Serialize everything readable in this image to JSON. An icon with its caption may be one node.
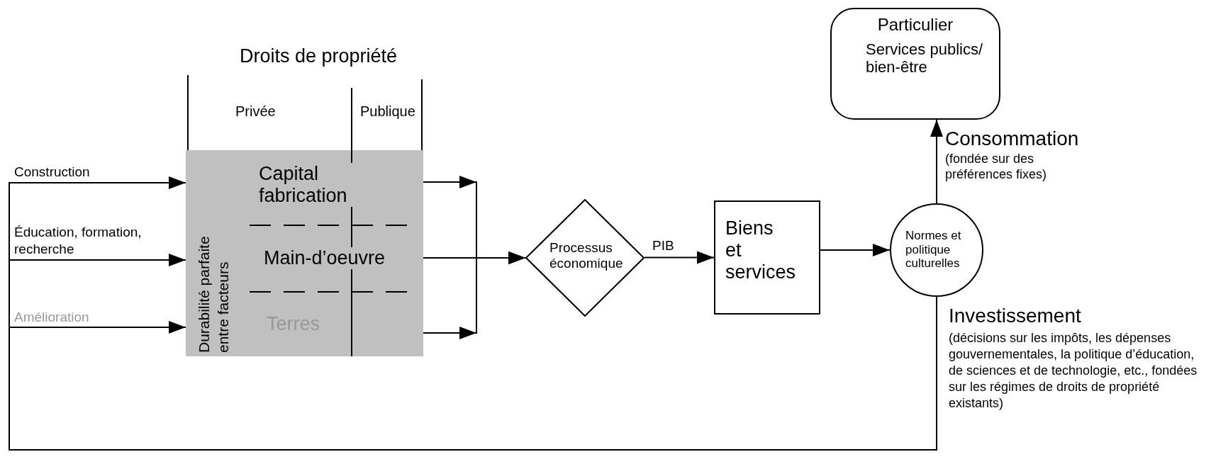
{
  "diagram": {
    "nodes": [
      {
        "text": [],
        "shape": "box"
      },
      {
        "text": [
          "Capital fabrication"
        ],
        "in": 0
      },
      {
        "text": [
          "Main-d’oeuvre"
        ],
        "in": 0
      },
      {
        "text": [
          "Terres"
        ],
        "in": 0
      },
      {
        "text": [
          "Processus économique"
        ]
      },
      {
        "text": [
          "Biens et services"
        ]
      },
      {
        "text": [
          "Normes et politique culturelles"
        ]
      },
      {
        "text": [
          "Particulier",
          "Services publics/ bien-être"
        ]
      }
    ],
    "edges": [
      {
        "from": 1,
        "to": 4,
        "arrow": "to"
      },
      {
        "from": 2,
        "to": 4,
        "arrow": "to"
      },
      {
        "from": 3,
        "to": 4,
        "arrow": "to"
      },
      {
        "from": 4,
        "to": 5,
        "arrow": "to",
        "label": "PIB"
      },
      {
        "from": 5,
        "to": 6,
        "arrow": "to"
      },
      {
        "from": 6,
        "to": 7,
        "arrow": "to",
        "label": "Consommation"
      },
      {
        "from": 6,
        "to": 1,
        "arrow": "to",
        "label": "Construction"
      },
      {
        "from": 6,
        "to": 2,
        "arrow": "to",
        "label": "Éducation, formation, recherche"
      },
      {
        "from": 6,
        "to": 3,
        "arrow": "to",
        "label": "Amélioration"
      }
    ],
    "labels": [
      "Droits de propriété",
      "Privée",
      "Publique",
      "Durabilité parfaite entre facteurs",
      "(fondée sur des préférences fixes)",
      "Investissement",
      "(décisions sur les impôts, les dépenses gouvernementales, la politique d’éducation, de sciences et de technologie, etc., fondées sur les régimes de droits de propriété existants)"
    ]
  }
}
